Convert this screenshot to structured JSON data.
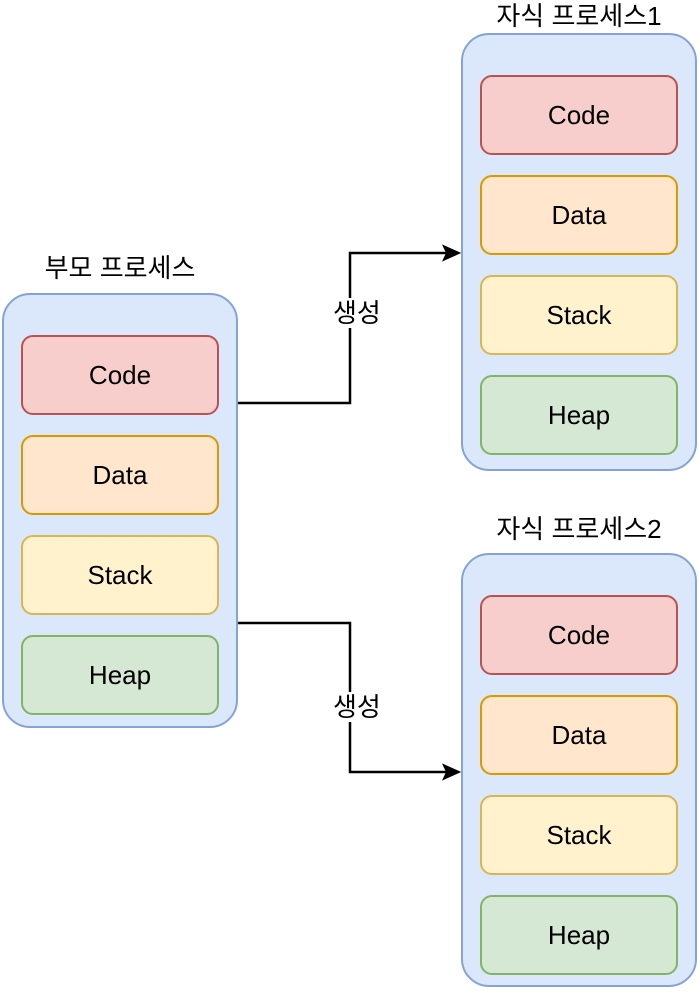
{
  "diagram": {
    "kind": "process-fork-diagram",
    "processes": [
      {
        "id": "parent",
        "title": "부모 프로세스",
        "blocks": [
          {
            "type": "code",
            "label": "Code"
          },
          {
            "type": "data",
            "label": "Data"
          },
          {
            "type": "stack",
            "label": "Stack"
          },
          {
            "type": "heap",
            "label": "Heap"
          }
        ]
      },
      {
        "id": "child1",
        "title": "자식 프로세스1",
        "blocks": [
          {
            "type": "code",
            "label": "Code"
          },
          {
            "type": "data",
            "label": "Data"
          },
          {
            "type": "stack",
            "label": "Stack"
          },
          {
            "type": "heap",
            "label": "Heap"
          }
        ]
      },
      {
        "id": "child2",
        "title": "자식 프로세스2",
        "blocks": [
          {
            "type": "code",
            "label": "Code"
          },
          {
            "type": "data",
            "label": "Data"
          },
          {
            "type": "stack",
            "label": "Stack"
          },
          {
            "type": "heap",
            "label": "Heap"
          }
        ]
      }
    ],
    "arrows": [
      {
        "from": "부모 프로세스",
        "to": "자식 프로세스1",
        "label": "생성"
      },
      {
        "from": "부모 프로세스",
        "to": "자식 프로세스2",
        "label": "생성"
      }
    ],
    "colors": {
      "container_fill": "#dbe8fb",
      "container_stroke": "#84a3da",
      "code_fill": "#f8cecc",
      "code_stroke": "#b85450",
      "data_fill": "#ffe6cc",
      "data_stroke": "#d79b00",
      "stack_fill": "#fff2cc",
      "stack_stroke": "#d6b656",
      "heap_fill": "#d5e8d4",
      "heap_stroke": "#82b366",
      "arrow_stroke": "#000000",
      "text": "#000000",
      "background": "#ffffff"
    }
  }
}
